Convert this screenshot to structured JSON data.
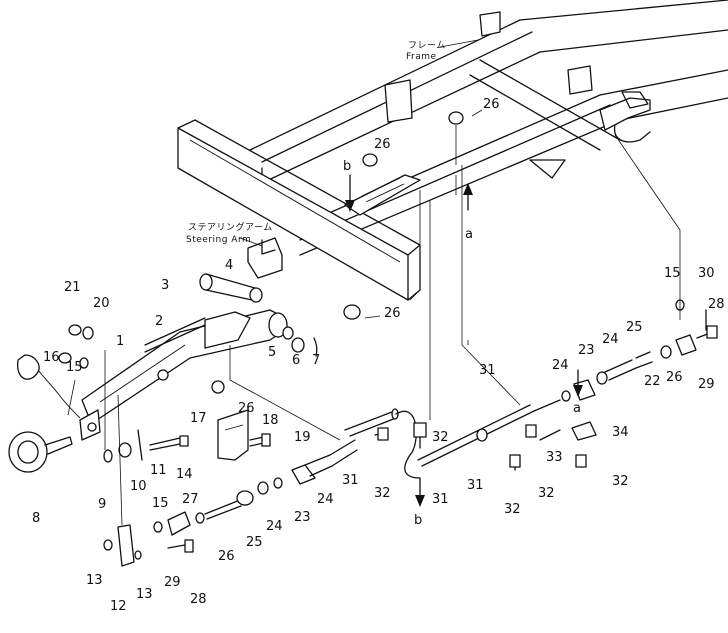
{
  "annotations": {
    "frame_jp": "フレーム",
    "frame_en": "Frame",
    "steering_jp": "ステアリングアーム",
    "steering_en": "Steering Arm"
  },
  "view_letters": {
    "a": "a",
    "b": "b"
  },
  "callouts": [
    "1",
    "2",
    "3",
    "4",
    "5",
    "6",
    "7",
    "8",
    "9",
    "10",
    "11",
    "12",
    "13",
    "14",
    "15",
    "16",
    "17",
    "18",
    "19",
    "20",
    "21",
    "22",
    "23",
    "24",
    "25",
    "26",
    "27",
    "28",
    "29",
    "30",
    "31",
    "32",
    "33",
    "34"
  ]
}
